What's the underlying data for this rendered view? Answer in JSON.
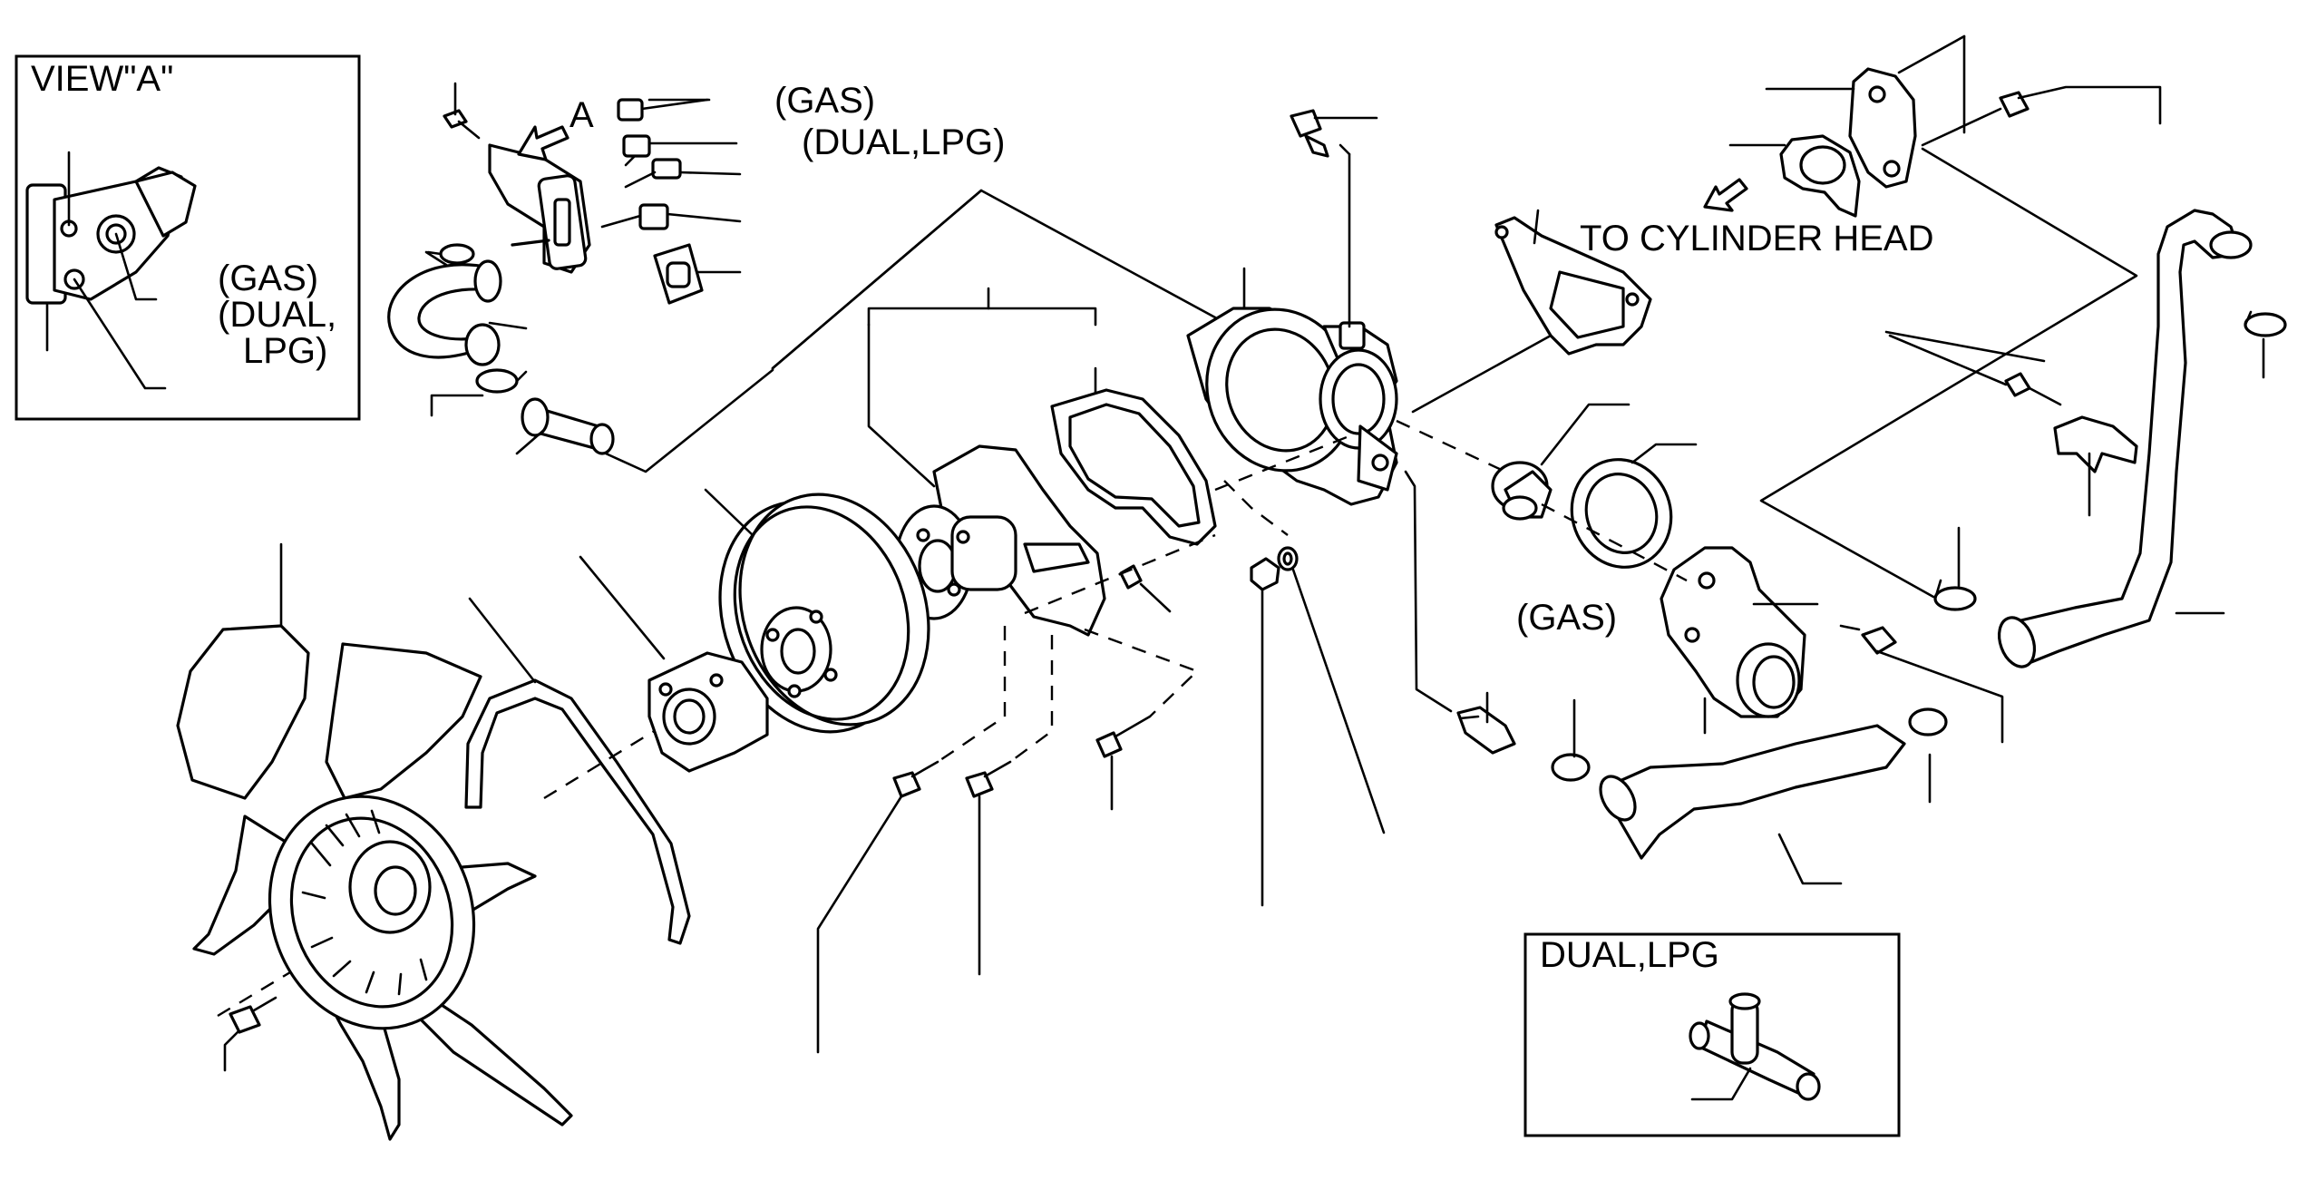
{
  "labels": {
    "view_a_title": "VIEW\"A\"",
    "inset_gas": "(GAS)",
    "inset_dual": "(DUAL,",
    "inset_lpg": "LPG)",
    "arrow_a": "A",
    "top_gas": "(GAS)",
    "top_dual_lpg": "(DUAL,LPG)",
    "to_cylinder_head": "TO CYLINDER HEAD",
    "mid_gas": "(GAS)",
    "dual_lpg_box": "DUAL,LPG"
  }
}
